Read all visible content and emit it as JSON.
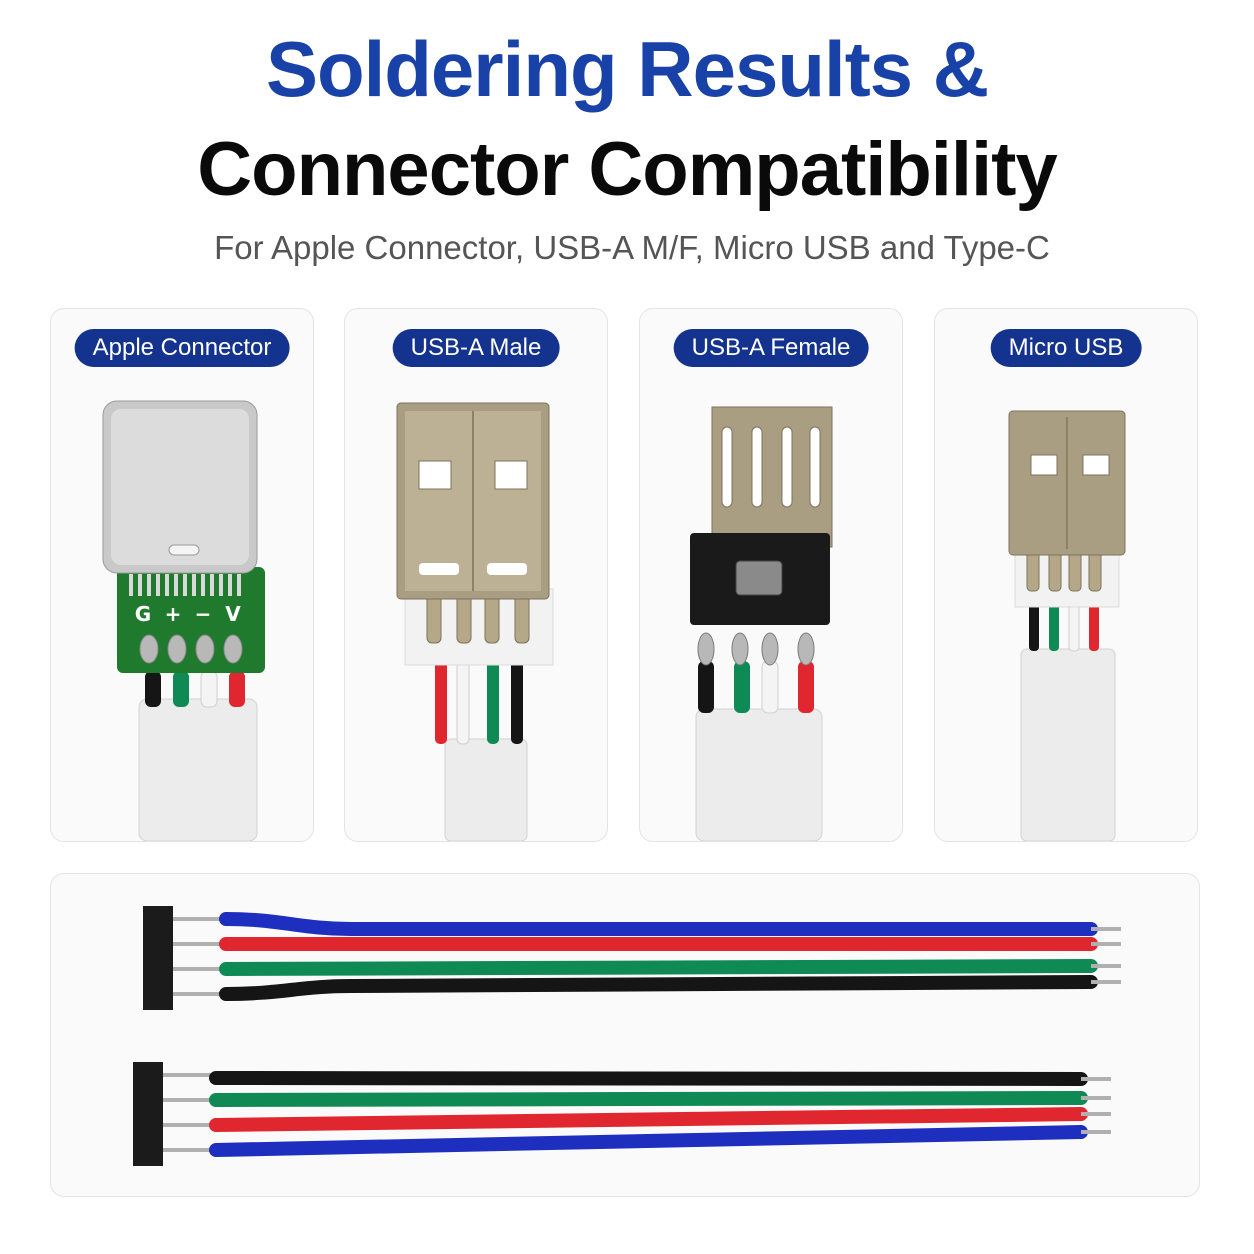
{
  "header": {
    "title_line1": "Soldering Results &",
    "title_line2": "Connector Compatibility",
    "subtitle": "For Apple Connector, USB-A M/F, Micro USB and Type-C"
  },
  "cards": [
    {
      "label": "Apple Connector",
      "pin_labels": [
        "G",
        "+",
        "−",
        "V"
      ]
    },
    {
      "label": "USB-A Male"
    },
    {
      "label": "USB-A Female"
    },
    {
      "label": "Micro USB"
    }
  ],
  "colors": {
    "title_blue": "#1842a8",
    "badge_blue": "#14338f",
    "wire_red": "#e0262e",
    "wire_green": "#0f8a55",
    "wire_black": "#151515",
    "wire_blue": "#1e2fc0",
    "wire_white": "#f4f4f4"
  }
}
